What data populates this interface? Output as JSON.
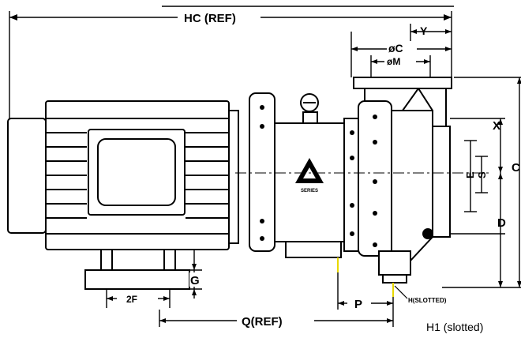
{
  "dimensions": {
    "hc": "HC (REF)",
    "y": "Y",
    "c_dia": "øC",
    "m_dia": "øM",
    "x": "X",
    "c": "C",
    "d": "D",
    "e": "E",
    "s": "S",
    "g": "G",
    "two_f": "2F",
    "p": "P",
    "q": "Q(REF)",
    "h_slotted": "H(SLOTTED)"
  },
  "brand_mark": "SERIES",
  "note": "H1 (slotted)"
}
